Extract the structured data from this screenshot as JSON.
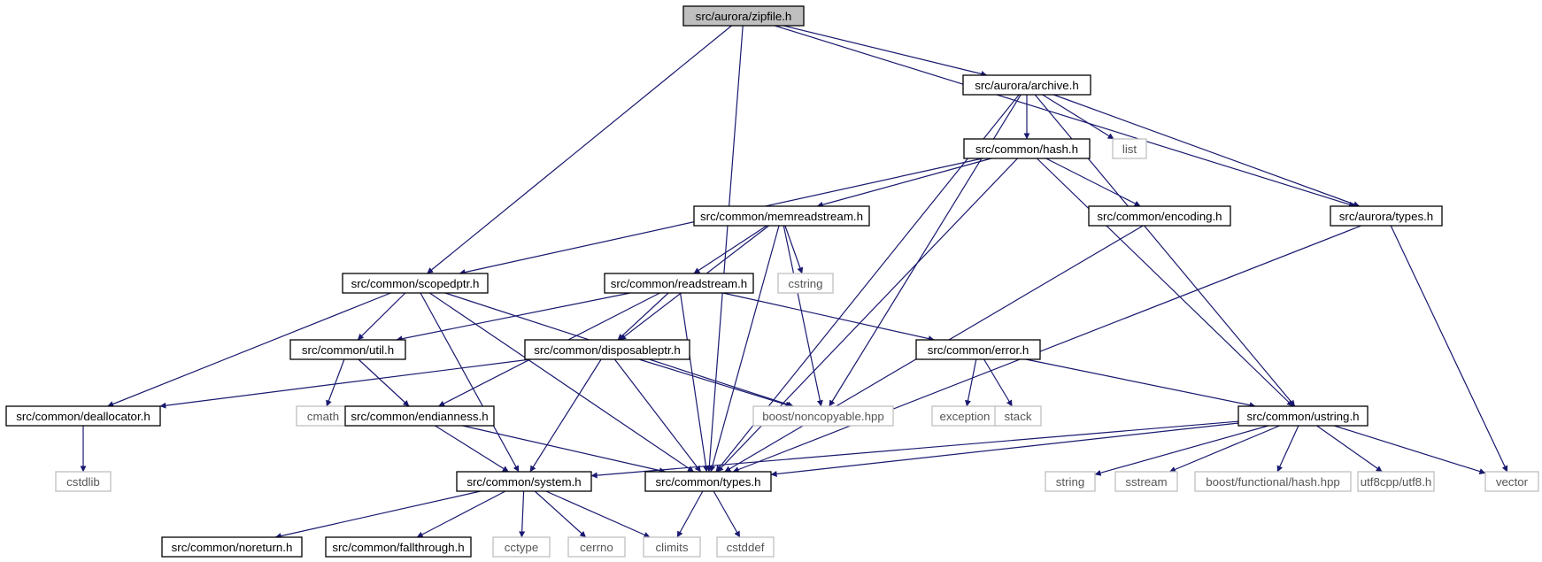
{
  "diagram": {
    "type": "include-dependency-graph",
    "edge_color": "#191970",
    "nodes": [
      {
        "id": "zipfile",
        "label": "src/aurora/zipfile.h",
        "kind": "root"
      },
      {
        "id": "archive",
        "label": "src/aurora/archive.h",
        "kind": "internal"
      },
      {
        "id": "hash",
        "label": "src/common/hash.h",
        "kind": "internal"
      },
      {
        "id": "list",
        "label": "list",
        "kind": "external"
      },
      {
        "id": "aurora_types",
        "label": "src/aurora/types.h",
        "kind": "internal"
      },
      {
        "id": "memreadstream",
        "label": "src/common/memreadstream.h",
        "kind": "internal"
      },
      {
        "id": "encoding",
        "label": "src/common/encoding.h",
        "kind": "internal"
      },
      {
        "id": "scopedptr",
        "label": "src/common/scopedptr.h",
        "kind": "internal"
      },
      {
        "id": "readstream",
        "label": "src/common/readstream.h",
        "kind": "internal"
      },
      {
        "id": "cstring",
        "label": "cstring",
        "kind": "external"
      },
      {
        "id": "util",
        "label": "src/common/util.h",
        "kind": "internal"
      },
      {
        "id": "disposableptr",
        "label": "src/common/disposableptr.h",
        "kind": "internal"
      },
      {
        "id": "error",
        "label": "src/common/error.h",
        "kind": "internal"
      },
      {
        "id": "deallocator",
        "label": "src/common/deallocator.h",
        "kind": "internal"
      },
      {
        "id": "cmath",
        "label": "cmath",
        "kind": "external"
      },
      {
        "id": "endianness",
        "label": "src/common/endianness.h",
        "kind": "internal"
      },
      {
        "id": "noncopyable",
        "label": "boost/noncopyable.hpp",
        "kind": "external"
      },
      {
        "id": "exception",
        "label": "exception",
        "kind": "external"
      },
      {
        "id": "stack",
        "label": "stack",
        "kind": "external"
      },
      {
        "id": "ustring",
        "label": "src/common/ustring.h",
        "kind": "internal"
      },
      {
        "id": "cstdlib",
        "label": "cstdlib",
        "kind": "external"
      },
      {
        "id": "system",
        "label": "src/common/system.h",
        "kind": "internal"
      },
      {
        "id": "common_types",
        "label": "src/common/types.h",
        "kind": "internal"
      },
      {
        "id": "string",
        "label": "string",
        "kind": "external"
      },
      {
        "id": "sstream",
        "label": "sstream",
        "kind": "external"
      },
      {
        "id": "boost_hash",
        "label": "boost/functional/hash.hpp",
        "kind": "external"
      },
      {
        "id": "utf8",
        "label": "utf8cpp/utf8.h",
        "kind": "external"
      },
      {
        "id": "vector",
        "label": "vector",
        "kind": "external"
      },
      {
        "id": "noreturn",
        "label": "src/common/noreturn.h",
        "kind": "internal"
      },
      {
        "id": "fallthrough",
        "label": "src/common/fallthrough.h",
        "kind": "internal"
      },
      {
        "id": "cctype",
        "label": "cctype",
        "kind": "external"
      },
      {
        "id": "cerrno",
        "label": "cerrno",
        "kind": "external"
      },
      {
        "id": "climits",
        "label": "climits",
        "kind": "external"
      },
      {
        "id": "cstddef",
        "label": "cstddef",
        "kind": "external"
      }
    ],
    "edges": [
      [
        "zipfile",
        "archive"
      ],
      [
        "zipfile",
        "aurora_types"
      ],
      [
        "zipfile",
        "scopedptr"
      ],
      [
        "zipfile",
        "common_types"
      ],
      [
        "archive",
        "hash"
      ],
      [
        "archive",
        "list"
      ],
      [
        "archive",
        "aurora_types"
      ],
      [
        "archive",
        "ustring"
      ],
      [
        "archive",
        "noncopyable"
      ],
      [
        "archive",
        "common_types"
      ],
      [
        "hash",
        "memreadstream"
      ],
      [
        "hash",
        "encoding"
      ],
      [
        "hash",
        "scopedptr"
      ],
      [
        "hash",
        "ustring"
      ],
      [
        "hash",
        "common_types"
      ],
      [
        "aurora_types",
        "common_types"
      ],
      [
        "aurora_types",
        "vector"
      ],
      [
        "memreadstream",
        "readstream"
      ],
      [
        "memreadstream",
        "cstring"
      ],
      [
        "memreadstream",
        "disposableptr"
      ],
      [
        "memreadstream",
        "noncopyable"
      ],
      [
        "memreadstream",
        "common_types"
      ],
      [
        "encoding",
        "common_types"
      ],
      [
        "scopedptr",
        "util"
      ],
      [
        "scopedptr",
        "deallocator"
      ],
      [
        "scopedptr",
        "noncopyable"
      ],
      [
        "scopedptr",
        "system"
      ],
      [
        "scopedptr",
        "common_types"
      ],
      [
        "readstream",
        "util"
      ],
      [
        "readstream",
        "disposableptr"
      ],
      [
        "readstream",
        "error"
      ],
      [
        "readstream",
        "endianness"
      ],
      [
        "readstream",
        "common_types"
      ],
      [
        "util",
        "cmath"
      ],
      [
        "util",
        "endianness"
      ],
      [
        "disposableptr",
        "deallocator"
      ],
      [
        "disposableptr",
        "noncopyable"
      ],
      [
        "disposableptr",
        "system"
      ],
      [
        "disposableptr",
        "common_types"
      ],
      [
        "error",
        "exception"
      ],
      [
        "error",
        "stack"
      ],
      [
        "error",
        "ustring"
      ],
      [
        "deallocator",
        "cstdlib"
      ],
      [
        "endianness",
        "system"
      ],
      [
        "endianness",
        "common_types"
      ],
      [
        "ustring",
        "string"
      ],
      [
        "ustring",
        "sstream"
      ],
      [
        "ustring",
        "boost_hash"
      ],
      [
        "ustring",
        "utf8"
      ],
      [
        "ustring",
        "vector"
      ],
      [
        "ustring",
        "system"
      ],
      [
        "ustring",
        "common_types"
      ],
      [
        "system",
        "noreturn"
      ],
      [
        "system",
        "fallthrough"
      ],
      [
        "system",
        "cctype"
      ],
      [
        "system",
        "cerrno"
      ],
      [
        "system",
        "climits"
      ],
      [
        "common_types",
        "climits"
      ],
      [
        "common_types",
        "cstddef"
      ]
    ]
  }
}
